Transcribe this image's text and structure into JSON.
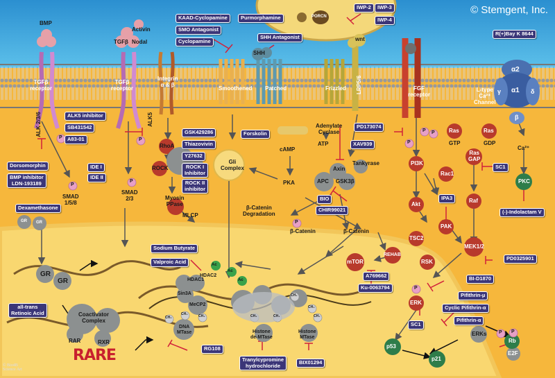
{
  "copyright": "© Stemgent, Inc.",
  "credit": [
    "© Bio4B",
    "Science Art"
  ],
  "membrane_labels": {
    "tgfb_receptor_1": [
      "TGFβ",
      "receptor"
    ],
    "tgfb_receptor_2": [
      "TGFβ",
      "receptor"
    ],
    "integrin": [
      "Integrin",
      "α & β"
    ],
    "smoothened": "Smoothened",
    "patched": "Patched",
    "frizzled": "Frizzled",
    "lrp": "LRP5/6",
    "fgf_receptor": [
      "FGF",
      "receptor"
    ],
    "ca_channel": [
      "L-type",
      "Ca²⁺",
      "Channel"
    ],
    "alk_236": "ALK 2/3/6",
    "alk5": "ALK5"
  },
  "ligands": {
    "bmp": "BMP",
    "activin": "Activin",
    "tgfb": "TGFβ",
    "nodal": "Nodal",
    "shh": "SHH",
    "wnt": "wnt",
    "porcn": "PORCN"
  },
  "molecules": {
    "smad158": [
      "SMAD",
      "1/5/8"
    ],
    "smad23": [
      "SMAD",
      "2/3"
    ],
    "gr_small": "GR",
    "gr_small2": "GR",
    "gr1": "GR",
    "gr2": "GR",
    "rhoa": "RhoA",
    "rock": "ROCK",
    "myosin": [
      "Myosin",
      "PPase"
    ],
    "mlcp": "MLCP",
    "gli": [
      "Gli",
      "Complex"
    ],
    "camp": "cAMP",
    "atp": "ATP",
    "adenylate": [
      "Adenylate",
      "Cyclase"
    ],
    "pka": "PKA",
    "axin": "Axin",
    "apc": "APC",
    "gsk3b": "GSK3β",
    "tankyrase": "Tankyrase",
    "bcat_deg": [
      "β-Catenin",
      "Degradation"
    ],
    "bcat_p": "β-Catenin",
    "bcat": "β-Catenin",
    "pi3k": "PI3K",
    "rac1": "Rac1",
    "akt": "Akt",
    "pak": "PAK",
    "tsc2": "TSC2",
    "rheb": "REHAB",
    "mtor": "mTOR",
    "rsk": "RSK",
    "mek": "MEK1/2",
    "erk": "ERK",
    "erks": "ERKs",
    "ras1": "Ras",
    "gtp": "GTP",
    "ras2": "Ras",
    "gdp": "GDP",
    "rasgap": [
      "Ras",
      "GAP"
    ],
    "raf": "Raf",
    "ca": "Ca²⁺",
    "pkc": "PKC",
    "alpha2": "α2",
    "alpha1": "α1",
    "gamma": "γ",
    "delta": "δ",
    "beta": "β",
    "p53": "p53",
    "p21": "p21",
    "rb": "Rb",
    "e2f": "E2F",
    "hdac1": "HDAC1",
    "hdac2": "HDAC2",
    "sin3a": "Sin3A",
    "mecp2": "MeCP2",
    "dna_mtase": [
      "DNA",
      "MTase"
    ],
    "histone_demtase": [
      "Histone",
      "de-MTase"
    ],
    "histone_mtase": [
      "Histone",
      "MTase"
    ],
    "coactivator": [
      "Coactivator",
      "Complex"
    ],
    "rar": "RAR",
    "rxr": "RXR",
    "rare": "RARE",
    "p": "P",
    "ac": "Ac",
    "ch3": "CH₃"
  },
  "compounds": {
    "kaad": "KAAD-Cyclopamine",
    "smo_antagonist": "SMO Antagonist",
    "cyclopamine": "Cyclopamine",
    "purmorphamine": "Purmorphamine",
    "shh_antagonist": "SHH Antagonist",
    "iwp2": "IWP-2",
    "iwp3": "IWP-3",
    "iwp4": "IWP-4",
    "bay": "R(+)Bay K 8644",
    "alk5_inhibitor": "ALK5 inhibitor",
    "sb431542": "SB431542",
    "a8301": "A83-01",
    "dorsomorphin": "Dorsomorphin",
    "bmp_inhibitor": [
      "BMP inhibitor",
      "LDN-193189"
    ],
    "ide1": "IDE I",
    "ide2": "IDE II",
    "gsk429286": "GSK429286",
    "thiazovivin": "Thiazovivin",
    "y27632": "Y27632",
    "rock1": [
      "ROCK I",
      "Inhibitor"
    ],
    "rock2": [
      "ROCK II",
      "inhibitor"
    ],
    "forskolin": "Forskolin",
    "pd173074": "PD173074",
    "xav939": "XAV939",
    "bio": "BIO",
    "chir99021": "CHIR99021",
    "ipa3": "IPA3",
    "sc1_top": "SC1",
    "indolactam": "(-)-Indolactam V",
    "dexamethasone": "Dexamethasone",
    "sodium_butyrate": "Sodium Butyrate",
    "valproic": "Valproic Acid",
    "a769662": "A769662",
    "ku0063794": "Ku-0063794",
    "pd0325901": "PD0325901",
    "bi_d1870": "BI-D1870",
    "sc1_bottom": "SC1",
    "pifithrin_mu": "Pifithrin-μ",
    "cyclic_pifithrin": "Cyclic Pifithrin-α",
    "pifithrin_alpha": "Pifithrin-α",
    "retinoic": [
      "all-trans",
      "Retinoic Acid"
    ],
    "rg108": "RG108",
    "tranylcypromine": [
      "Tranylcypromine",
      "hydrochloride"
    ],
    "bix01294": "BIX01294"
  },
  "colors": {
    "sky": "#2f9fd8",
    "cytoplasm": "#f6b73c",
    "nucleus": "#f9d770",
    "membrane": "#8a8a8a",
    "compound_box": "#3b3678",
    "kinase_red": "#b83a2c",
    "protein_grey": "#8c9090",
    "phospho": "#e7a0c6",
    "acetyl": "#3aa24a"
  }
}
